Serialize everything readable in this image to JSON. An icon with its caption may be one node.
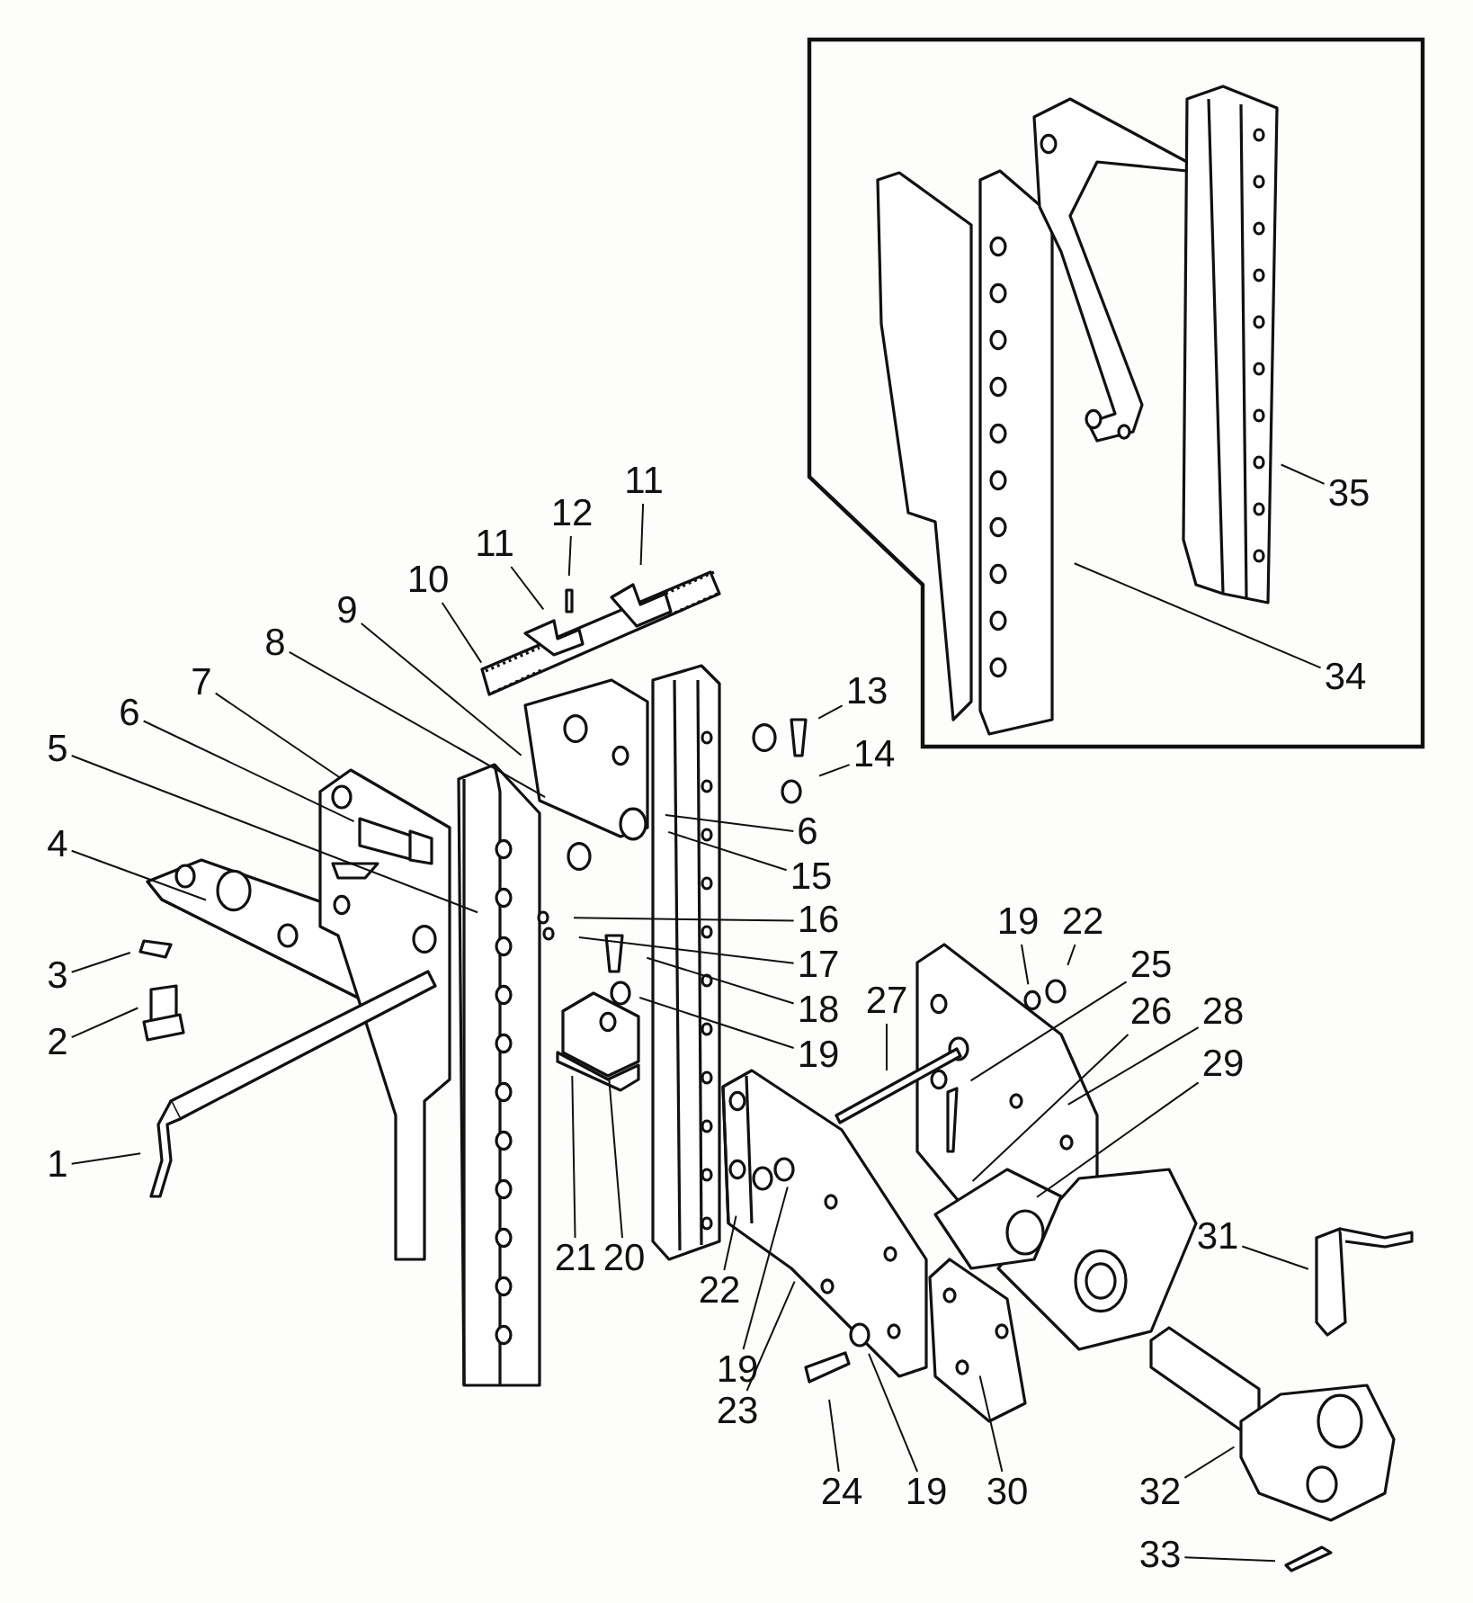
{
  "diagram": {
    "nodes": [
      {
        "text": [
          "1"
        ]
      },
      {
        "text": [
          "2"
        ]
      },
      {
        "text": [
          "3"
        ]
      },
      {
        "text": [
          "4"
        ]
      },
      {
        "text": [
          "5"
        ]
      },
      {
        "text": [
          "6"
        ]
      },
      {
        "text": [
          "7"
        ]
      },
      {
        "text": [
          "8"
        ]
      },
      {
        "text": [
          "9"
        ]
      },
      {
        "text": [
          "10"
        ]
      },
      {
        "text": [
          "11"
        ]
      },
      {
        "text": [
          "12"
        ]
      },
      {
        "text": [
          "11"
        ]
      },
      {
        "text": [
          "13"
        ]
      },
      {
        "text": [
          "14"
        ]
      },
      {
        "text": [
          "6"
        ]
      },
      {
        "text": [
          "15"
        ]
      },
      {
        "text": [
          "16"
        ]
      },
      {
        "text": [
          "17"
        ]
      },
      {
        "text": [
          "18"
        ]
      },
      {
        "text": [
          "19"
        ]
      },
      {
        "text": [
          "20"
        ]
      },
      {
        "text": [
          "21"
        ]
      },
      {
        "text": [
          "22"
        ]
      },
      {
        "text": [
          "19"
        ]
      },
      {
        "text": [
          "23"
        ]
      },
      {
        "text": [
          "24"
        ]
      },
      {
        "text": [
          "19"
        ]
      },
      {
        "text": [
          "30"
        ]
      },
      {
        "text": [
          "19"
        ]
      },
      {
        "text": [
          "22"
        ]
      },
      {
        "text": [
          "25"
        ]
      },
      {
        "text": [
          "26"
        ]
      },
      {
        "text": [
          "27"
        ]
      },
      {
        "text": [
          "28"
        ]
      },
      {
        "text": [
          "29"
        ]
      },
      {
        "text": [
          "31"
        ]
      },
      {
        "text": [
          "32"
        ]
      },
      {
        "text": [
          "33"
        ]
      },
      {
        "text": [
          "34"
        ]
      },
      {
        "text": [
          "35"
        ]
      }
    ],
    "edges": [
      {
        "from": 0,
        "to": null,
        "arrow": "none"
      },
      {
        "from": 1,
        "to": null,
        "arrow": "none"
      },
      {
        "from": 2,
        "to": null,
        "arrow": "none"
      },
      {
        "from": 3,
        "to": null,
        "arrow": "none"
      },
      {
        "from": 4,
        "to": null,
        "arrow": "none"
      },
      {
        "from": 5,
        "to": null,
        "arrow": "none"
      },
      {
        "from": 6,
        "to": null,
        "arrow": "none"
      },
      {
        "from": 7,
        "to": null,
        "arrow": "none"
      },
      {
        "from": 8,
        "to": null,
        "arrow": "none"
      },
      {
        "from": 9,
        "to": null,
        "arrow": "none"
      },
      {
        "from": 10,
        "to": null,
        "arrow": "none"
      },
      {
        "from": 11,
        "to": null,
        "arrow": "none"
      },
      {
        "from": 12,
        "to": null,
        "arrow": "none"
      },
      {
        "from": 13,
        "to": null,
        "arrow": "none"
      },
      {
        "from": 14,
        "to": null,
        "arrow": "none"
      },
      {
        "from": 15,
        "to": null,
        "arrow": "none"
      },
      {
        "from": 16,
        "to": null,
        "arrow": "none"
      },
      {
        "from": 17,
        "to": null,
        "arrow": "none"
      },
      {
        "from": 18,
        "to": null,
        "arrow": "none"
      },
      {
        "from": 19,
        "to": null,
        "arrow": "none"
      },
      {
        "from": 20,
        "to": null,
        "arrow": "none"
      },
      {
        "from": 21,
        "to": null,
        "arrow": "none"
      },
      {
        "from": 22,
        "to": null,
        "arrow": "none"
      },
      {
        "from": 23,
        "to": null,
        "arrow": "none"
      },
      {
        "from": 24,
        "to": null,
        "arrow": "none"
      },
      {
        "from": 25,
        "to": null,
        "arrow": "none"
      },
      {
        "from": 26,
        "to": null,
        "arrow": "none"
      },
      {
        "from": 27,
        "to": null,
        "arrow": "none"
      },
      {
        "from": 28,
        "to": null,
        "arrow": "none"
      },
      {
        "from": 29,
        "to": null,
        "arrow": "none"
      },
      {
        "from": 30,
        "to": null,
        "arrow": "none"
      },
      {
        "from": 31,
        "to": null,
        "arrow": "none"
      },
      {
        "from": 32,
        "to": null,
        "arrow": "none"
      },
      {
        "from": 33,
        "to": null,
        "arrow": "none"
      },
      {
        "from": 34,
        "to": null,
        "arrow": "none"
      },
      {
        "from": 35,
        "to": null,
        "arrow": "none"
      },
      {
        "from": 36,
        "to": null,
        "arrow": "none"
      },
      {
        "from": 37,
        "to": null,
        "arrow": "none"
      },
      {
        "from": 38,
        "to": null,
        "arrow": "none"
      },
      {
        "from": 39,
        "to": null,
        "arrow": "none"
      },
      {
        "from": 40,
        "to": null,
        "arrow": "none"
      }
    ]
  }
}
